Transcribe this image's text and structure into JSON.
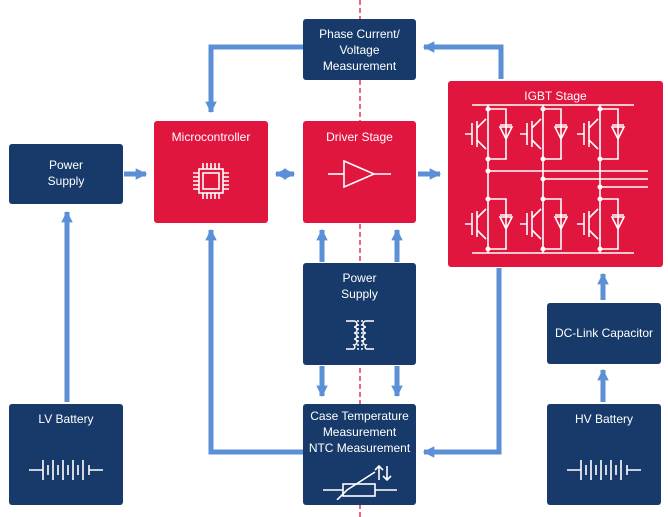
{
  "colors": {
    "navy": "#173a6a",
    "red": "#e1163f",
    "arrow": "#5b8fd6",
    "divider": "#e1163f",
    "background": "#ffffff"
  },
  "blocks": {
    "phase_measurement": {
      "lines": [
        "Phase Current/",
        "Voltage",
        "Measurement"
      ]
    },
    "microcontroller": {
      "label": "Microcontroller",
      "icon": "chip-icon"
    },
    "driver_stage": {
      "label": "Driver Stage",
      "icon": "amplifier-icon"
    },
    "igbt_stage": {
      "label": "IGBT Stage",
      "icon": "igbt-bridge-icon"
    },
    "lv_power_supply": {
      "lines": [
        "Power",
        "Supply"
      ]
    },
    "isolated_power_supply": {
      "lines": [
        "Power",
        "Supply"
      ],
      "icon": "transformer-icon"
    },
    "dc_link": {
      "label": "DC-Link Capacitor"
    },
    "lv_battery": {
      "label": "LV Battery",
      "icon": "battery-icon"
    },
    "temperature": {
      "lines": [
        "Case Temperature",
        "Measurement",
        "NTC Measurement"
      ],
      "icon": "thermistor-icon"
    },
    "hv_battery": {
      "label": "HV Battery",
      "icon": "battery-icon"
    }
  }
}
